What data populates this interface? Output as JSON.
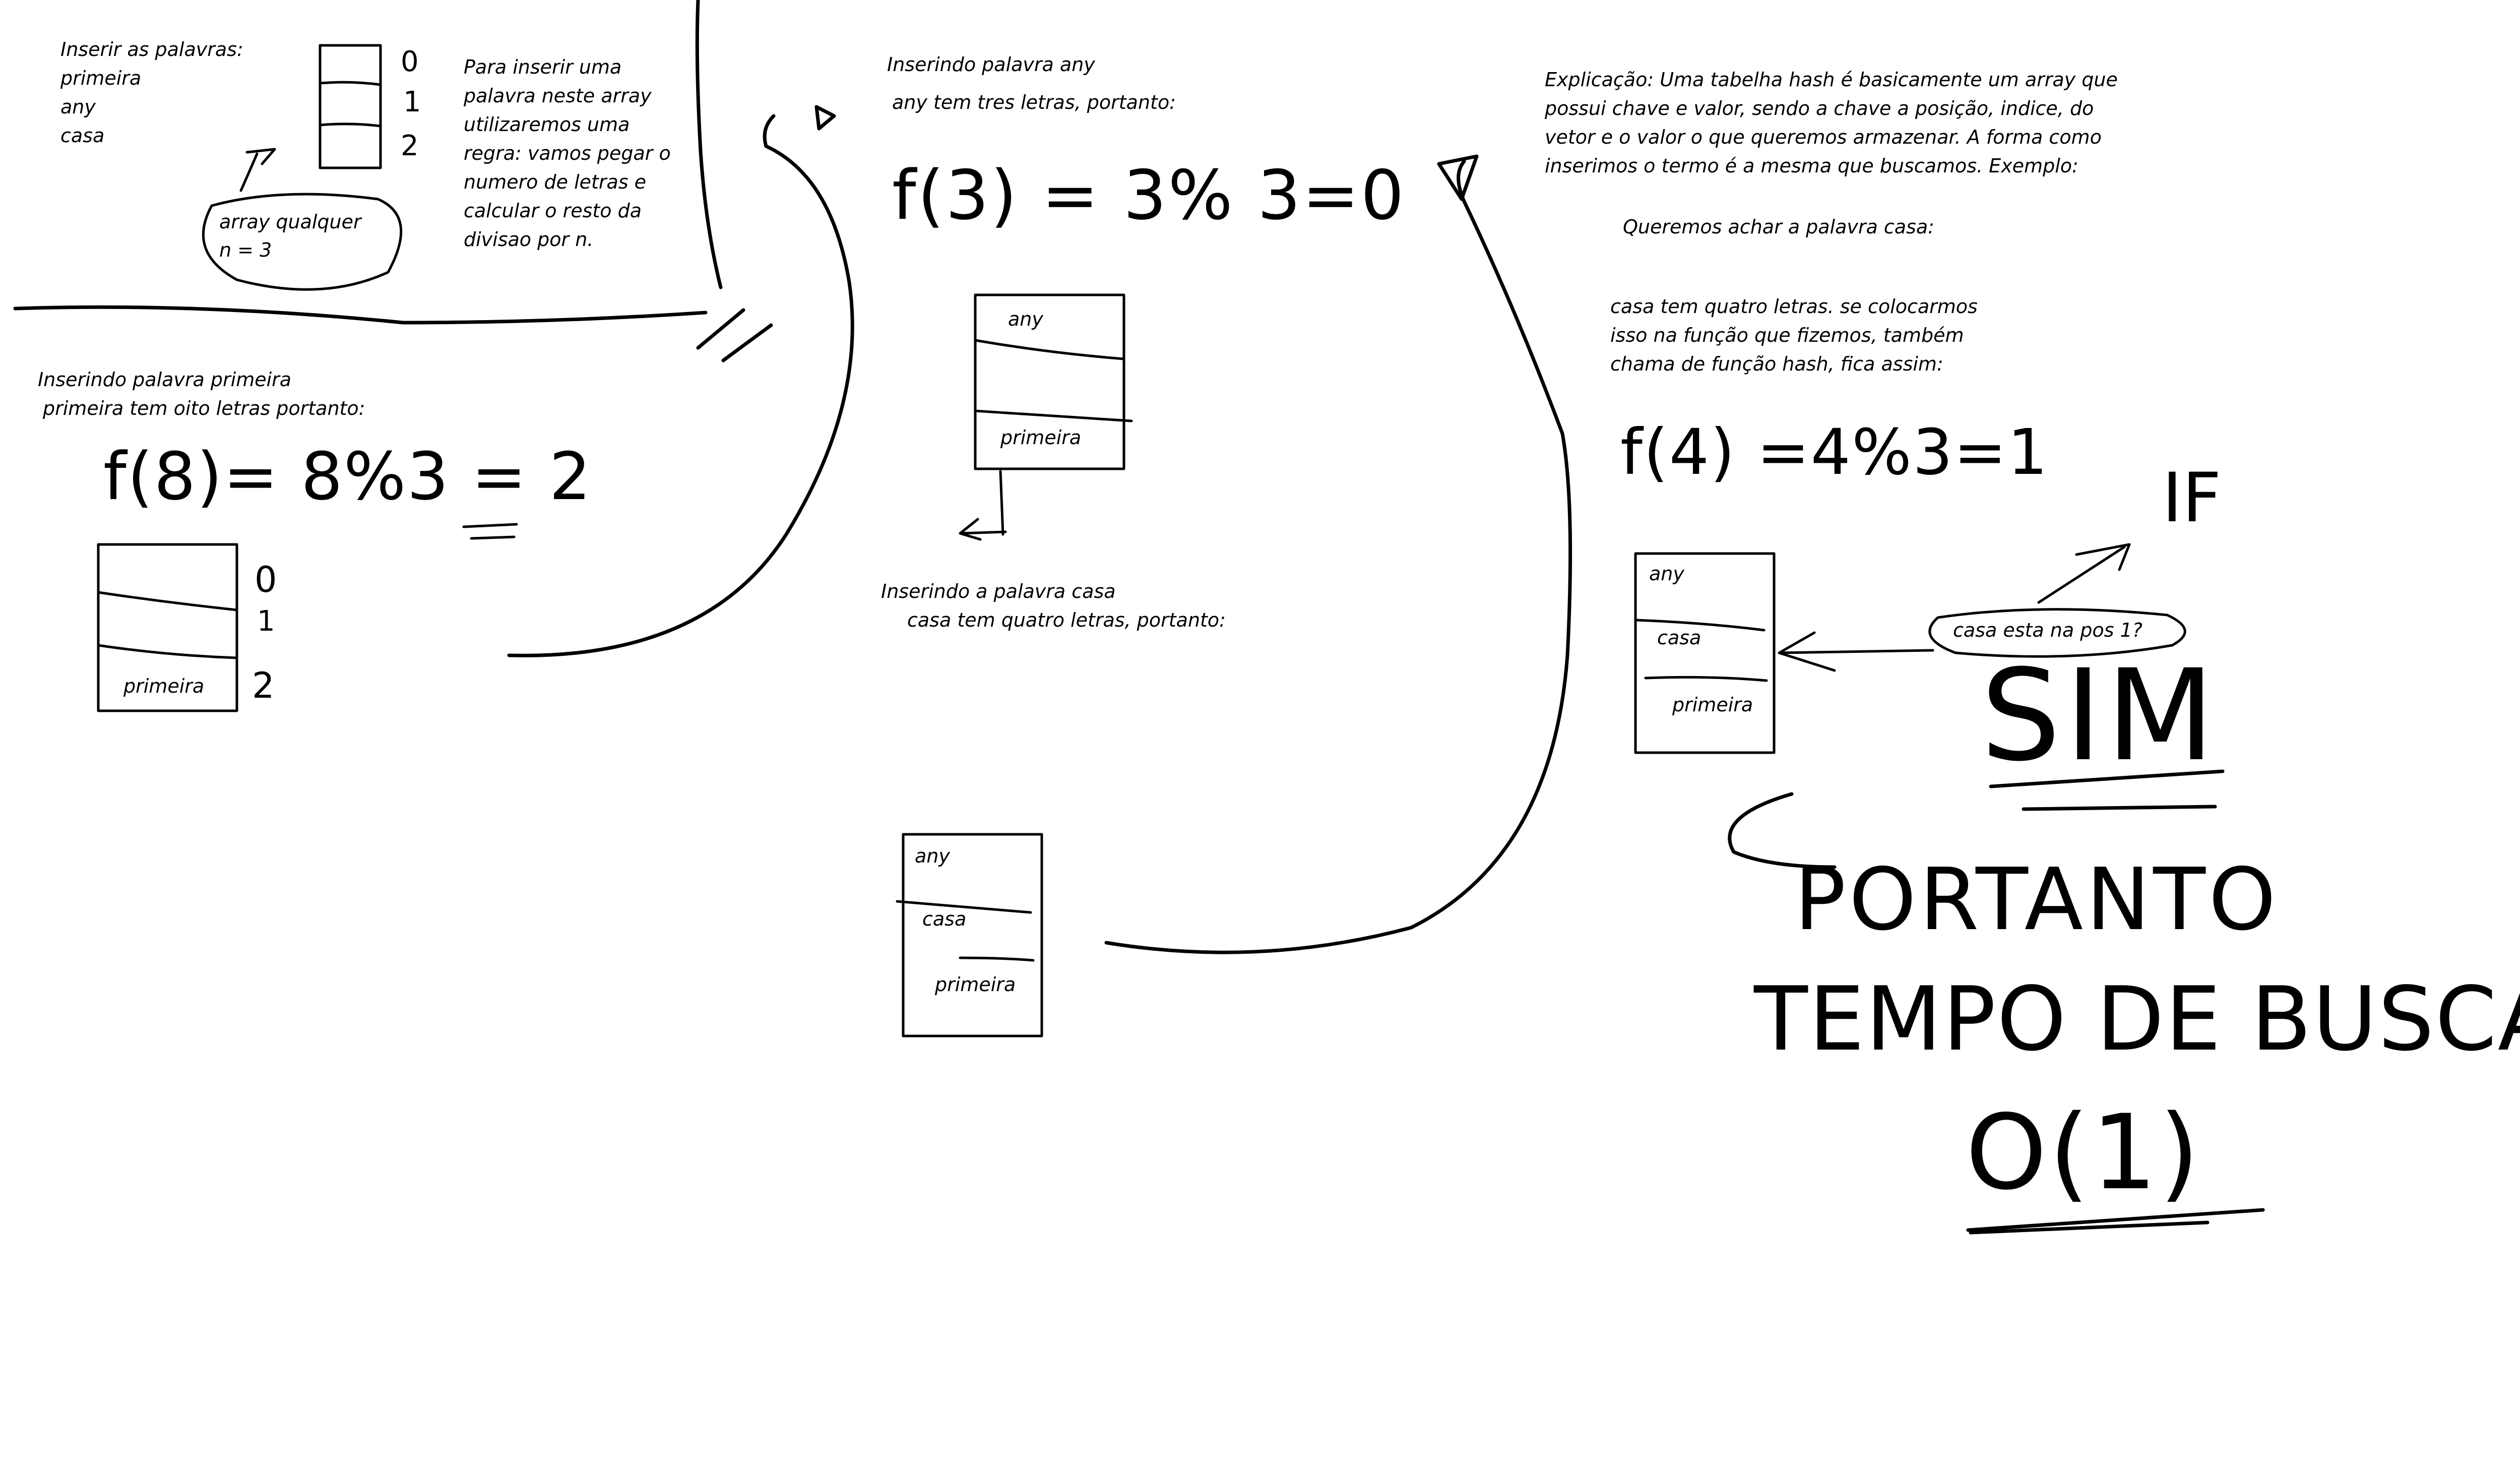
{
  "intro": {
    "lines": [
      "Inserir as palavras:",
      "primeira",
      "any",
      "casa"
    ],
    "index_labels": [
      "0",
      "1",
      "2"
    ],
    "bubble": [
      "array qualquer",
      "n = 3"
    ],
    "rule": [
      "Para inserir uma",
      "palavra neste array",
      "utilizaremos uma",
      "regra: vamos pegar o",
      "numero de letras e",
      "calcular o resto da",
      "divisao por n."
    ]
  },
  "step_primeira": {
    "title": "Inserindo palavra primeira",
    "subtitle": "primeira tem oito letras portanto:",
    "formula": "f(8)= 8%3 = 2",
    "index_labels": [
      "0",
      "1",
      "2"
    ],
    "cell": "primeira"
  },
  "step_any": {
    "title": "Inserindo palavra any",
    "subtitle": "any tem tres letras, portanto:",
    "formula": "f(3) = 3% 3=0",
    "cells": [
      "any",
      "primeira"
    ]
  },
  "step_casa": {
    "title": "Inserindo a palavra casa",
    "subtitle": "casa tem quatro letras, portanto:",
    "cells": [
      "any",
      "casa",
      "primeira"
    ]
  },
  "explanation": {
    "lines": [
      "Explicação: Uma tabelha hash é basicamente um array que",
      "possui chave e valor, sendo a chave a posição, indice, do",
      "vetor e o valor o que queremos armazenar. A forma como",
      "inserimos o termo é a mesma que buscamos. Exemplo:"
    ],
    "search_goal": "Queremos achar a palavra casa:",
    "casa_lines": [
      "casa tem quatro letras. se colocarmos",
      "isso na função que fizemos, também",
      "chama de função hash, fica assim:"
    ],
    "formula": "f(4) =4%3=1",
    "cells": [
      "any",
      "casa",
      "primeira"
    ],
    "question": "casa esta na pos 1?",
    "if_label": "IF",
    "answer": "SIM",
    "conclusion": [
      "PORTANTO",
      "TEMPO DE BUSCA",
      "O(1)"
    ]
  }
}
